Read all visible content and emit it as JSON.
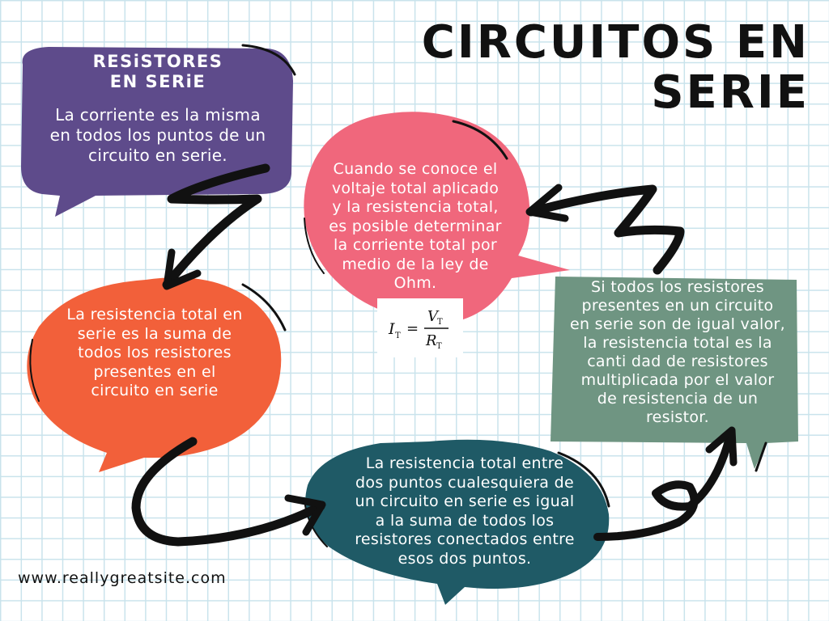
{
  "title": "CIRCUITOS EN\nSERIE",
  "bubbles": {
    "purple": {
      "heading": "RESiSTORES\nEN SERiE",
      "text": "La corriente es la misma\nen todos los puntos de un\ncircuito en serie."
    },
    "pink": {
      "text": "Cuando se conoce el\nvoltaje total aplicado\ny la resistencia total,\nes posible determinar\nla corriente total por\nmedio de la ley de\nOhm."
    },
    "green": {
      "text": "Si todos los resistores\npresentes en un circuito\nen serie son de igual valor,\nla resistencia total es la\ncanti dad de resistores\nmultiplicada por el valor\nde resistencia de un\nresistor."
    },
    "orange": {
      "text": "La resistencia total en\nserie es la suma de\ntodos los resistores\npresentes en el\ncircuito en serie"
    },
    "teal": {
      "text": "La resistencia total entre\ndos puntos cualesquiera de\nun circuito en serie es igual\na la suma de todos los\nresistores conectados entre\nesos dos puntos."
    }
  },
  "formula": {
    "lhs_var": "I",
    "lhs_sub": "T",
    "equals": "=",
    "num_var": "V",
    "num_sub": "T",
    "den_var": "R",
    "den_sub": "T"
  },
  "footer": {
    "url": "www.reallygreatsite.com"
  },
  "colors": {
    "purple": "#5e4b8b",
    "pink": "#f0677c",
    "green": "#6f9582",
    "orange": "#f2603a",
    "teal": "#1f5a66",
    "grid": "#c9e3ec",
    "ink": "#111111"
  }
}
